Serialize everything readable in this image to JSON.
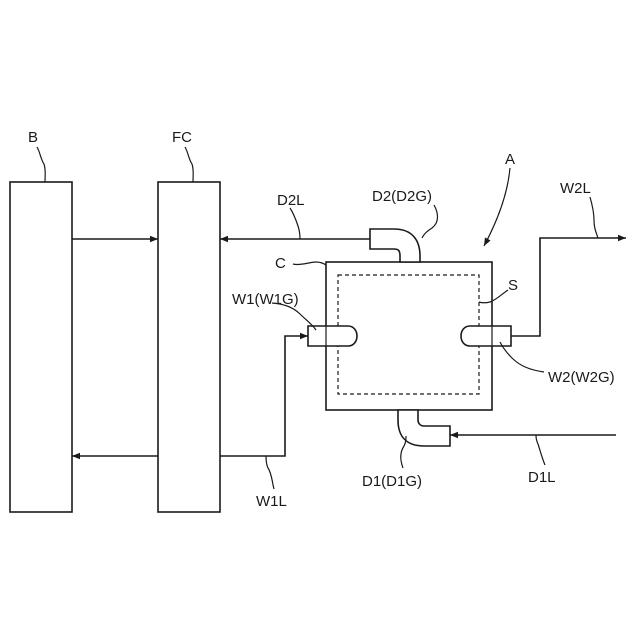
{
  "labels": {
    "b": "B",
    "fc": "FC",
    "a": "A",
    "c": "C",
    "s": "S",
    "d2l": "D2L",
    "d2": "D2(D2G)",
    "w2l": "W2L",
    "w1": "W1(W1G)",
    "w2": "W2(W2G)",
    "d1": "D1(D1G)",
    "d1l": "D1L",
    "w1l": "W1L"
  }
}
